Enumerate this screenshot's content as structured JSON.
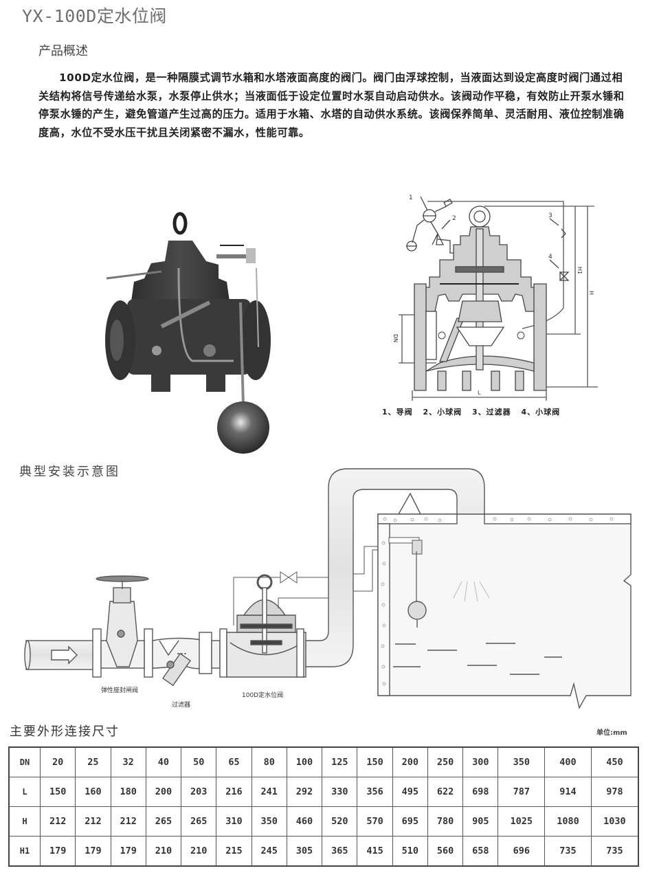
{
  "page": {
    "title": "YX-100D定水位阀"
  },
  "overview": {
    "heading": "产品概述",
    "paragraph": "100D定水位阀，是一种隔膜式调节水箱和水塔液面高度的阀门。阀门由浮球控制，当液面达到设定高度时阀门通过相关结构将信号传递给水泵，水泵停止供水；当液面低于设定位置时水泵自动启动供水。该阀动作平稳，有效防止开泵水锤和停泵水锤的产生，避免管道产生过高的压力。适用于水箱、水塔的自动供水系统。该阀保养简单、灵活耐用、液位控制准确度高，水位不受水压干扰且关闭紧密不漏水，性能可靠。"
  },
  "product_photo": {
    "description": "valve-with-float-ball-photo"
  },
  "section_drawing": {
    "callouts": [
      "1",
      "2",
      "3",
      "4"
    ],
    "dimension_labels": {
      "dn": "DN",
      "l": "L",
      "h": "H",
      "h1": "H1"
    },
    "legend": [
      "1、导阀",
      "2、小球阀",
      "3、过滤器",
      "4、小球阀"
    ]
  },
  "installation": {
    "heading": "典型安装示意图",
    "labels": {
      "gate_valve": "弹性座封闸阀",
      "strainer": "过滤器",
      "level_valve": "100D定水位阀"
    }
  },
  "dimensions": {
    "heading": "主要外形连接尺寸",
    "unit": "单位:mm",
    "rows": [
      {
        "label": "DN",
        "values": [
          "20",
          "25",
          "32",
          "40",
          "50",
          "65",
          "80",
          "100",
          "125",
          "150",
          "200",
          "250",
          "300",
          "350",
          "400",
          "450"
        ]
      },
      {
        "label": "L",
        "values": [
          "150",
          "160",
          "180",
          "200",
          "203",
          "216",
          "241",
          "292",
          "330",
          "356",
          "495",
          "622",
          "698",
          "787",
          "914",
          "978"
        ]
      },
      {
        "label": "H",
        "values": [
          "212",
          "212",
          "212",
          "265",
          "265",
          "310",
          "350",
          "460",
          "520",
          "570",
          "695",
          "780",
          "905",
          "1025",
          "1080",
          "1030"
        ]
      },
      {
        "label": "H1",
        "values": [
          "179",
          "179",
          "179",
          "210",
          "210",
          "215",
          "245",
          "305",
          "365",
          "415",
          "510",
          "560",
          "658",
          "696",
          "735",
          "735"
        ]
      }
    ]
  },
  "colors": {
    "text": "#222222",
    "title_gray": "#6e6e6e",
    "line": "#555555",
    "section_fill": "#cfcfcf",
    "valve_dark": "#3a3a3a"
  }
}
